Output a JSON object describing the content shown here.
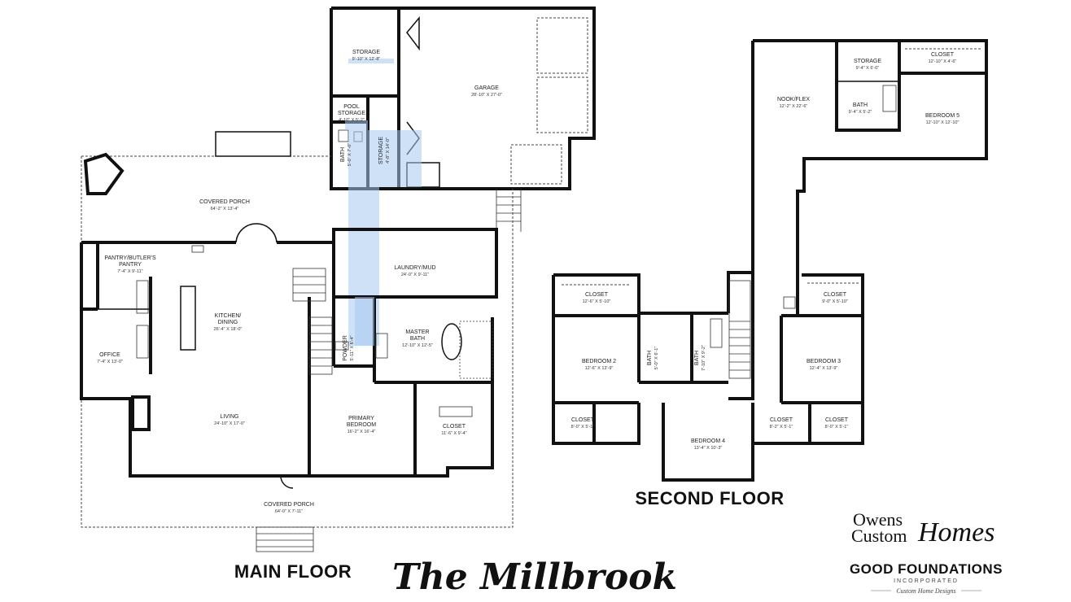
{
  "title": "The Millbrook",
  "main_floor_label": "MAIN FLOOR",
  "second_floor_label": "SECOND FLOOR",
  "brand": {
    "owens_line1": "Owens",
    "owens_line2": "Custom",
    "owens_script": "Homes",
    "gf_name": "GOOD FOUNDATIONS",
    "gf_sub": "INCORPORATED",
    "gf_tagline": "Custom Home Designs"
  },
  "rooms": [
    {
      "id": "storage-garage",
      "name": "STORAGE",
      "dim": "9'-10\" X 12'-8\""
    },
    {
      "id": "garage",
      "name": "GARAGE",
      "dim": "28'-10\" X 27'-0\""
    },
    {
      "id": "pool-storage",
      "name": "POOL STORAGE",
      "dim": "4'-10\" X 5'-2\""
    },
    {
      "id": "bath-pool",
      "name": "BATH",
      "dim": "5'-0\" X 7'-0\""
    },
    {
      "id": "storage-side",
      "name": "STORAGE",
      "dim": "4'-8\" X 14'-0\""
    },
    {
      "id": "covered-porch-back",
      "name": "COVERED PORCH",
      "dim": "64'-2\" X 13'-4\""
    },
    {
      "id": "pantry",
      "name": "PANTRY/BUTLER'S PANTRY",
      "dim": "7'-4\" X 9'-11\""
    },
    {
      "id": "laundry",
      "name": "LAUNDRY/MUD",
      "dim": "24'-0\" X 9'-11\""
    },
    {
      "id": "kitchen",
      "name": "KITCHEN/ DINING",
      "dim": "26'-4\" X 18'-0\""
    },
    {
      "id": "office",
      "name": "OFFICE",
      "dim": "7'-4\" X 13'-0\""
    },
    {
      "id": "powder",
      "name": "POWDER",
      "dim": "5'-11\" X 6'-4\""
    },
    {
      "id": "master-bath",
      "name": "MASTER BATH",
      "dim": "12'-10\" X 12'-5\""
    },
    {
      "id": "living",
      "name": "LIVING",
      "dim": "24'-10\" X 17'-0\""
    },
    {
      "id": "primary-bedroom",
      "name": "PRIMARY BEDROOM",
      "dim": "16'-2\" X 16'-4\""
    },
    {
      "id": "closet-master",
      "name": "CLOSET",
      "dim": "11'-6\" X 9'-4\""
    },
    {
      "id": "covered-porch-front",
      "name": "COVERED PORCH",
      "dim": "64'-0\" X 7'-11\""
    },
    {
      "id": "nook-flex",
      "name": "NOOK/FLEX",
      "dim": "12'-2\" X 22'-6\""
    },
    {
      "id": "storage-2",
      "name": "STORAGE",
      "dim": "9'-4\" X 6'-0\""
    },
    {
      "id": "closet-5",
      "name": "CLOSET",
      "dim": "12'-10\" X 4'-6\""
    },
    {
      "id": "bath-5",
      "name": "BATH",
      "dim": "9'-4\" X 5'-2\""
    },
    {
      "id": "bedroom-5",
      "name": "BEDROOM 5",
      "dim": "12'-10\" X 12'-10\""
    },
    {
      "id": "closet-2a",
      "name": "CLOSET",
      "dim": "12'-6\" X 5'-10\""
    },
    {
      "id": "bedroom-2",
      "name": "BEDROOM 2",
      "dim": "12'-6\" X 13'-9\""
    },
    {
      "id": "bath-2",
      "name": "BATH",
      "dim": "5'-0\" X 6'-1\""
    },
    {
      "id": "bath-3",
      "name": "BATH",
      "dim": "7'-10\" X 9'-2\""
    },
    {
      "id": "closet-3a",
      "name": "CLOSET",
      "dim": "9'-0\" X 5'-10\""
    },
    {
      "id": "bedroom-3",
      "name": "BEDROOM 3",
      "dim": "12'-4\" X 13'-9\""
    },
    {
      "id": "closet-2b",
      "name": "CLOSET",
      "dim": "8'-0\" X 5'-1\""
    },
    {
      "id": "bedroom-4",
      "name": "BEDROOM 4",
      "dim": "13'-4\" X 10'-3\""
    },
    {
      "id": "closet-4",
      "name": "CLOSET",
      "dim": "8'-2\" X 5'-1\""
    },
    {
      "id": "closet-3b",
      "name": "CLOSET",
      "dim": "8'-0\" X 5'-1\""
    }
  ]
}
